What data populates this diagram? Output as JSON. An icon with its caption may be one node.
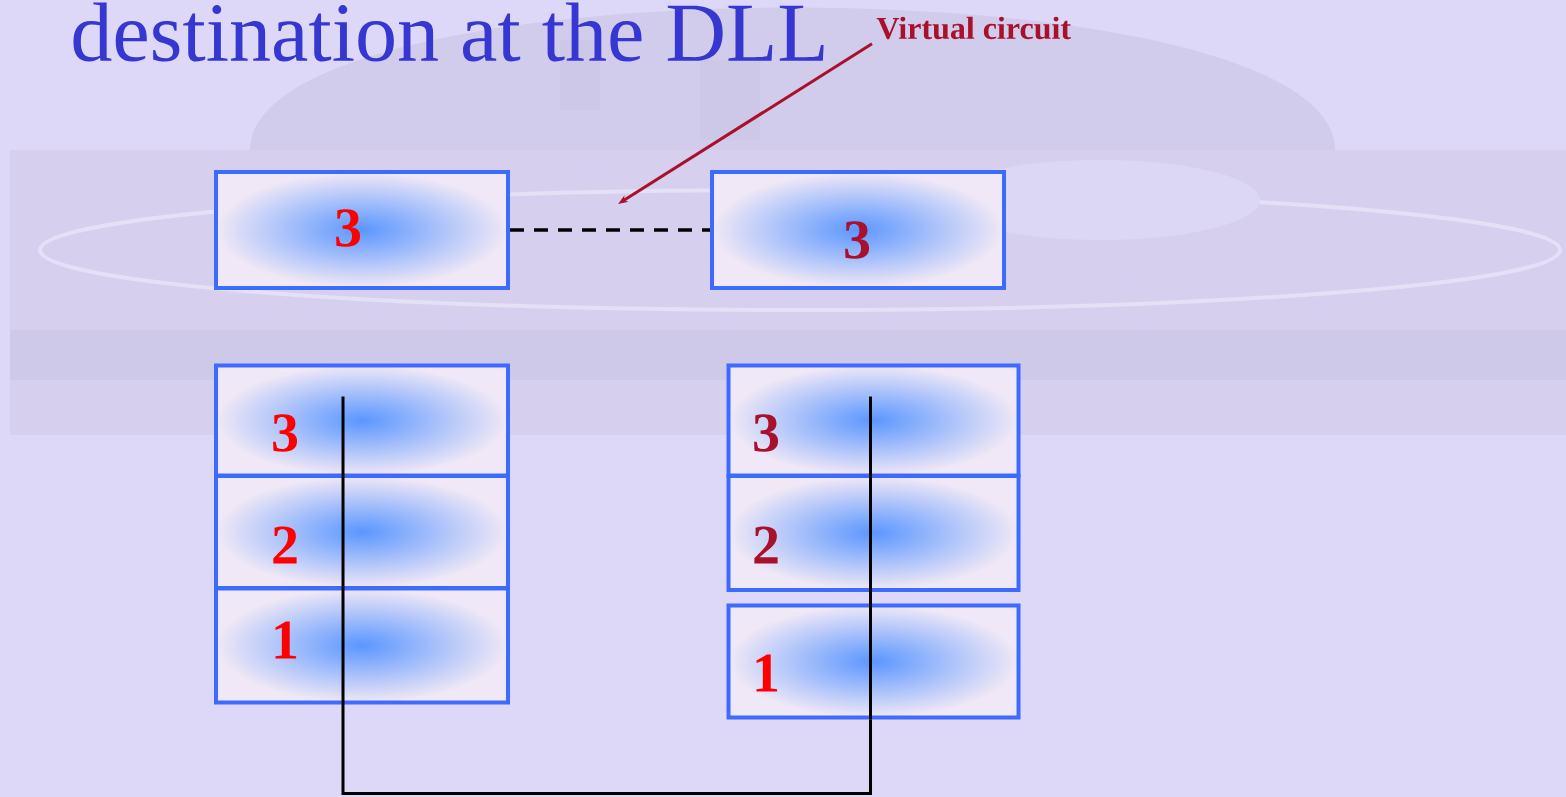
{
  "diagram": {
    "title": "destination at the DLL",
    "nodes": [
      {
        "text": [
          "Virtual circuit"
        ]
      },
      {
        "text": [
          "3"
        ]
      },
      {
        "text": [
          "3"
        ]
      },
      {
        "text": [
          "3"
        ]
      },
      {
        "text": [
          "2"
        ]
      },
      {
        "text": [
          "1"
        ]
      },
      {
        "text": [
          "3"
        ]
      },
      {
        "text": [
          "2"
        ]
      },
      {
        "text": [
          "1"
        ]
      }
    ],
    "edges": [
      {
        "from": 0,
        "to": null,
        "arrow": "to",
        "color": "#a8102c"
      },
      {
        "from": 1,
        "to": 2,
        "arrow": "none",
        "style": "dashed"
      },
      {
        "from": 3,
        "to": 4,
        "arrow": "none"
      },
      {
        "from": 4,
        "to": 5,
        "arrow": "none"
      },
      {
        "from": 5,
        "to": 8,
        "arrow": "none"
      },
      {
        "from": 8,
        "to": 7,
        "arrow": "none"
      },
      {
        "from": 7,
        "to": 6,
        "arrow": "none"
      }
    ]
  }
}
